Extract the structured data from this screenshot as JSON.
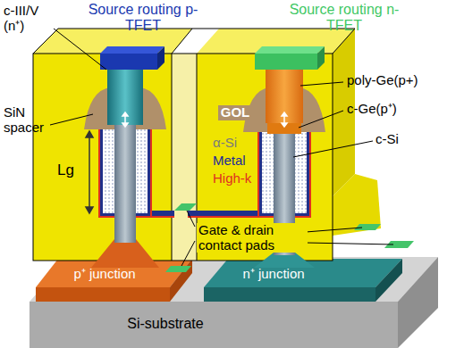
{
  "diagram": {
    "nodes": [
      {
        "text": [
          "Si-substrate"
        ]
      },
      {
        "text": [
          "p⁺ junction"
        ]
      },
      {
        "text": [
          "n⁺ junction"
        ]
      }
    ],
    "labels": [
      "Source routing p-TFET",
      "Source routing n-TFET",
      "c-III/V (n⁺)",
      "SiN spacer",
      "Lg",
      "GOL",
      "poly-Ge(p+)",
      "c-Ge(p⁺)",
      "c-Si",
      "α-Si",
      "Metal",
      "High-k",
      "Gate & drain contact pads"
    ]
  }
}
